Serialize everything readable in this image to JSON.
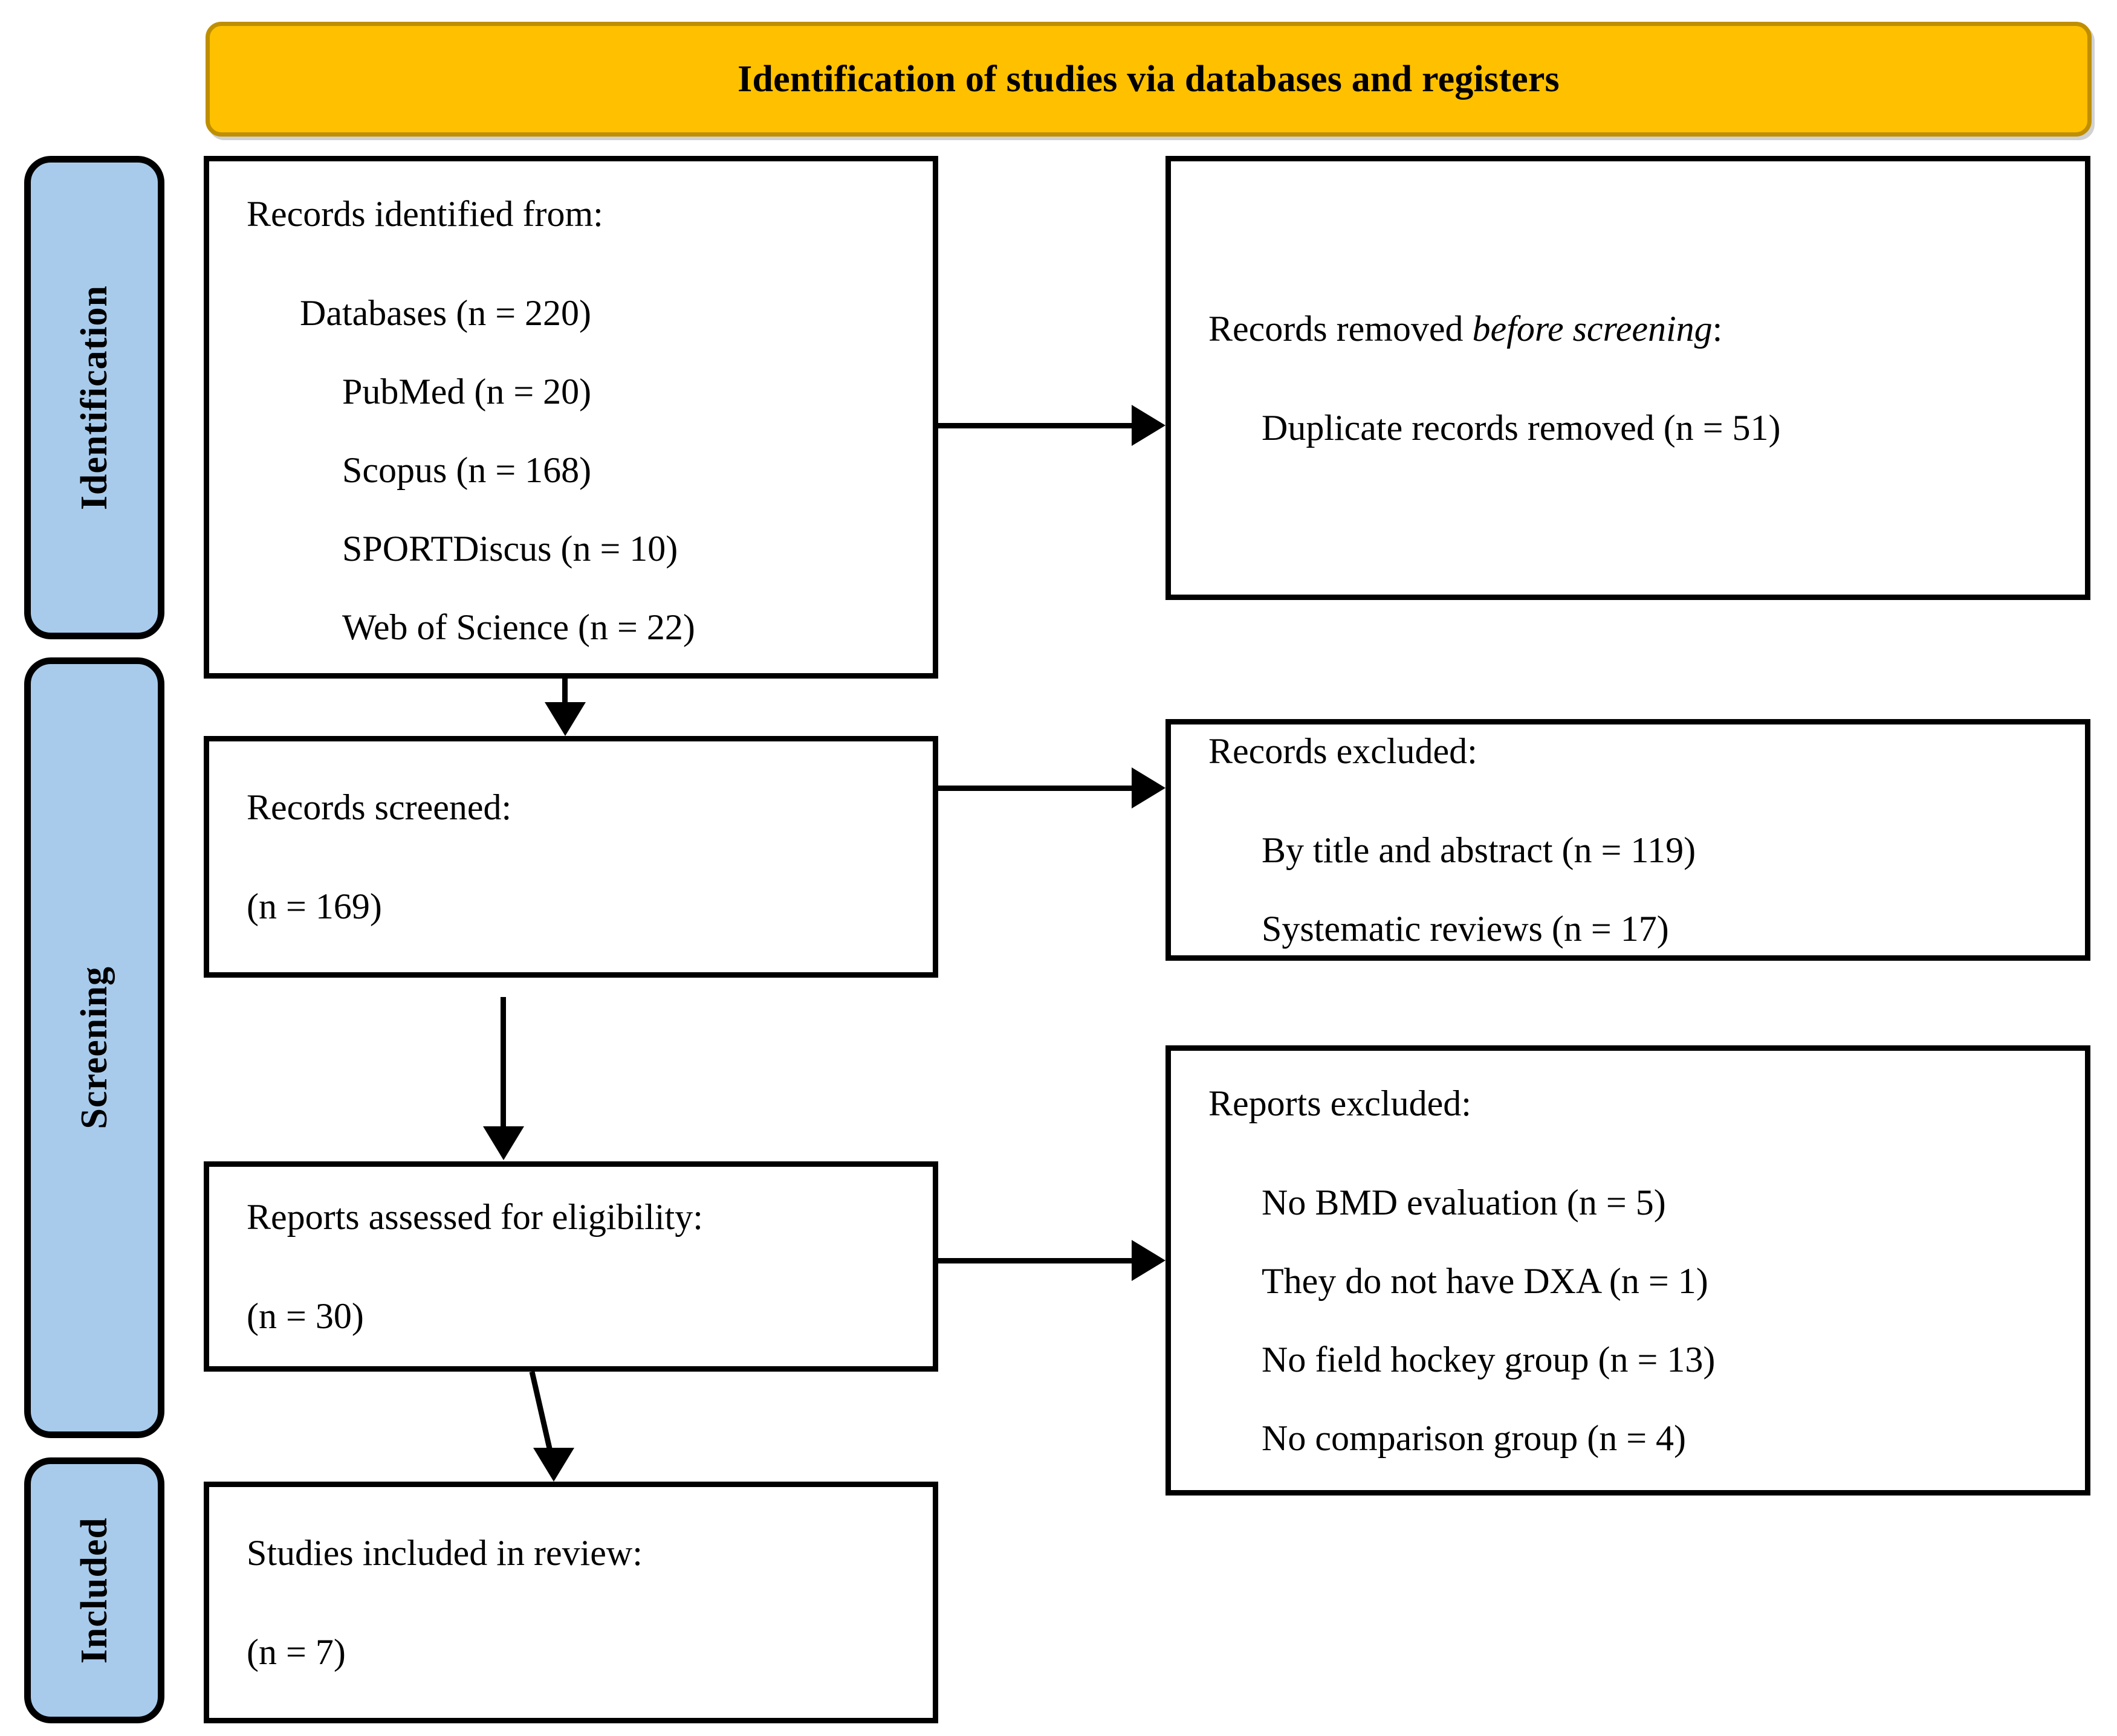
{
  "diagram": {
    "type": "prisma-flow-diagram",
    "banner": {
      "title": "Identification of studies via databases and registers",
      "bg_color": "#FFC000",
      "border_color": "#BF8F00"
    },
    "stage_color": "#A8CBEC",
    "stages": [
      {
        "id": "identification",
        "label": "Identification"
      },
      {
        "id": "screening",
        "label": "Screening"
      },
      {
        "id": "included",
        "label": "Included"
      }
    ],
    "boxes": {
      "records_identified": {
        "heading": "Records identified from:",
        "items": [
          "Databases (n = 220)",
          "PubMed (n = 20)",
          "Scopus (n = 168)",
          "SPORTDiscus (n = 10)",
          "Web of Science (n = 22)"
        ]
      },
      "records_removed": {
        "heading_plain": "Records removed ",
        "heading_italic": "before screening",
        "heading_tail": ":",
        "items": [
          "Duplicate records removed (n = 51)"
        ]
      },
      "records_screened": {
        "heading": "Records screened:",
        "count": "(n = 169)"
      },
      "records_excluded": {
        "heading": "Records excluded:",
        "items": [
          "By title and abstract (n = 119)",
          "Systematic reviews (n = 17)"
        ]
      },
      "reports_assessed": {
        "heading": "Reports assessed for eligibility:",
        "count": "(n = 30)"
      },
      "reports_excluded": {
        "heading": "Reports excluded:",
        "items": [
          "No BMD evaluation (n = 5)",
          "They do not have DXA (n = 1)",
          "No field hockey group (n = 13)",
          "No comparison group (n = 4)"
        ]
      },
      "studies_included": {
        "heading": "Studies included in review:",
        "count": "(n = 7)"
      }
    },
    "counts": {
      "databases_total": 220,
      "pubmed": 20,
      "scopus": 168,
      "sportdiscus": 10,
      "web_of_science": 22,
      "duplicates_removed": 51,
      "records_screened": 169,
      "excluded_title_abstract": 119,
      "excluded_systematic_reviews": 17,
      "reports_assessed": 30,
      "excluded_no_bmd": 5,
      "excluded_no_dxa": 1,
      "excluded_no_field_hockey": 13,
      "excluded_no_comparison": 4,
      "studies_included": 7
    }
  }
}
